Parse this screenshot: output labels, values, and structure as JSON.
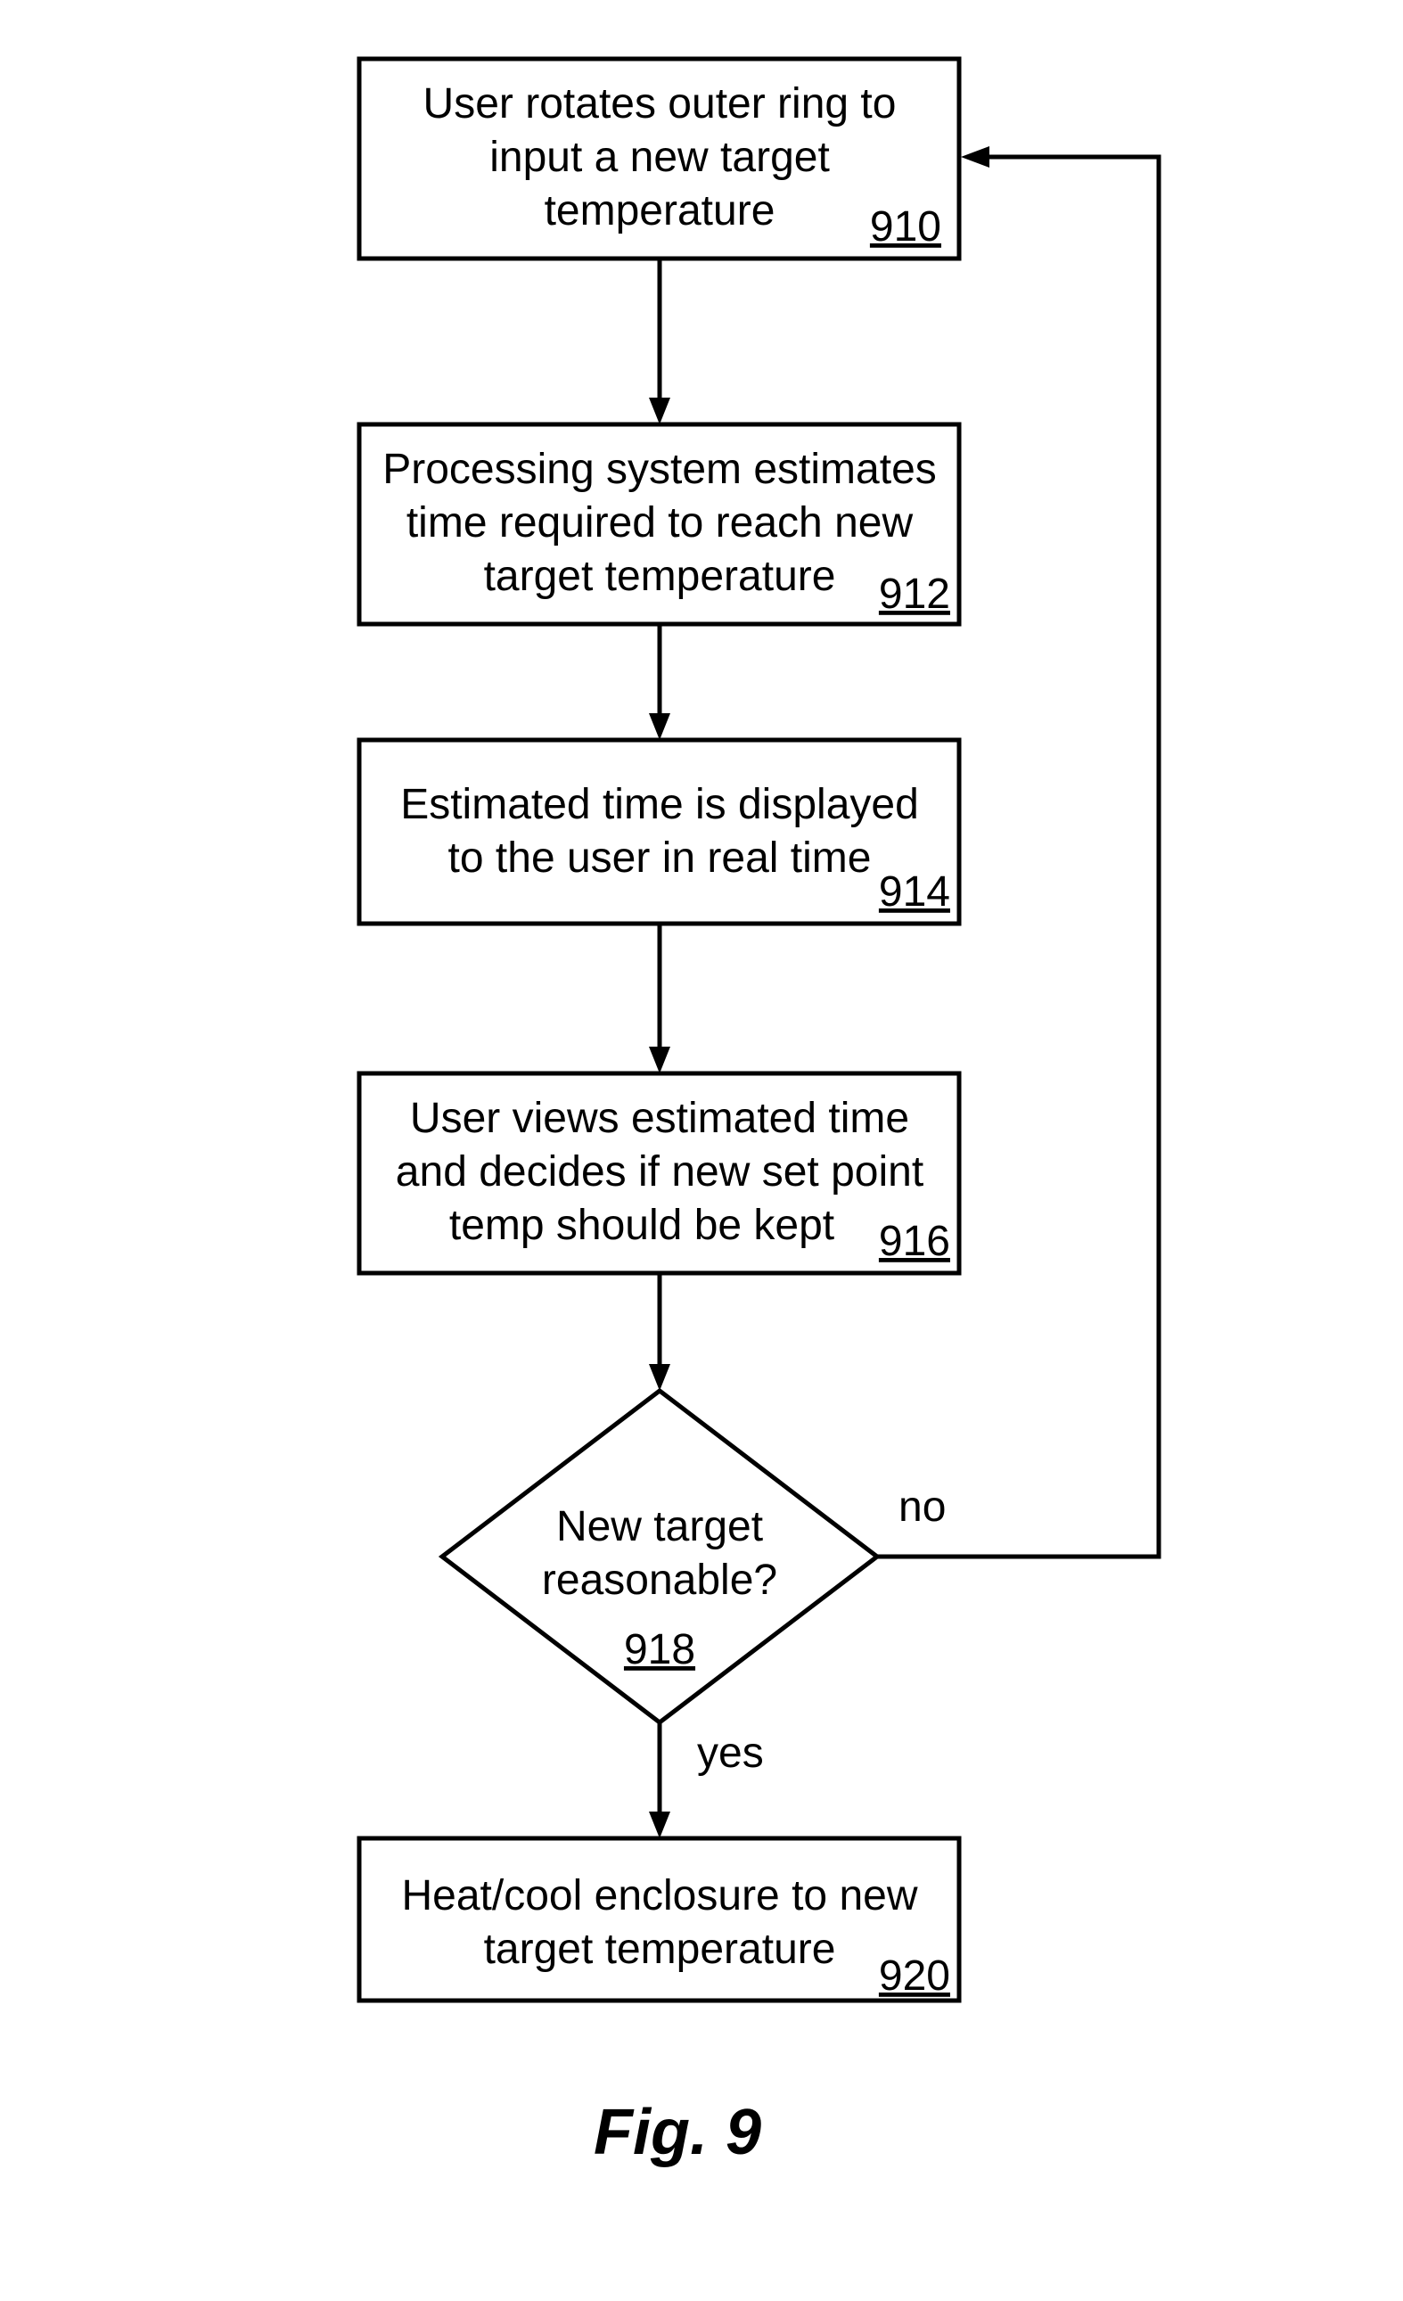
{
  "nodes": {
    "n910": {
      "lines": [
        "User rotates outer ring to",
        "input a new target",
        "temperature"
      ],
      "ref": "910"
    },
    "n912": {
      "lines": [
        "Processing system estimates",
        "time required to reach new",
        "target temperature"
      ],
      "ref": "912"
    },
    "n914": {
      "lines": [
        "Estimated time is displayed",
        "to the user in real time"
      ],
      "ref": "914"
    },
    "n916": {
      "lines": [
        "User views estimated time",
        "and decides if new set point",
        "temp should be kept"
      ],
      "ref": "916"
    },
    "n918": {
      "lines": [
        "New target",
        "reasonable?"
      ],
      "ref": "918"
    },
    "n920": {
      "lines": [
        "Heat/cool enclosure to new",
        "target temperature"
      ],
      "ref": "920"
    }
  },
  "edges": {
    "no_label": "no",
    "yes_label": "yes"
  },
  "figure": {
    "label": "Fig. 9"
  },
  "colors": {
    "stroke": "#000000",
    "background": "#ffffff"
  }
}
